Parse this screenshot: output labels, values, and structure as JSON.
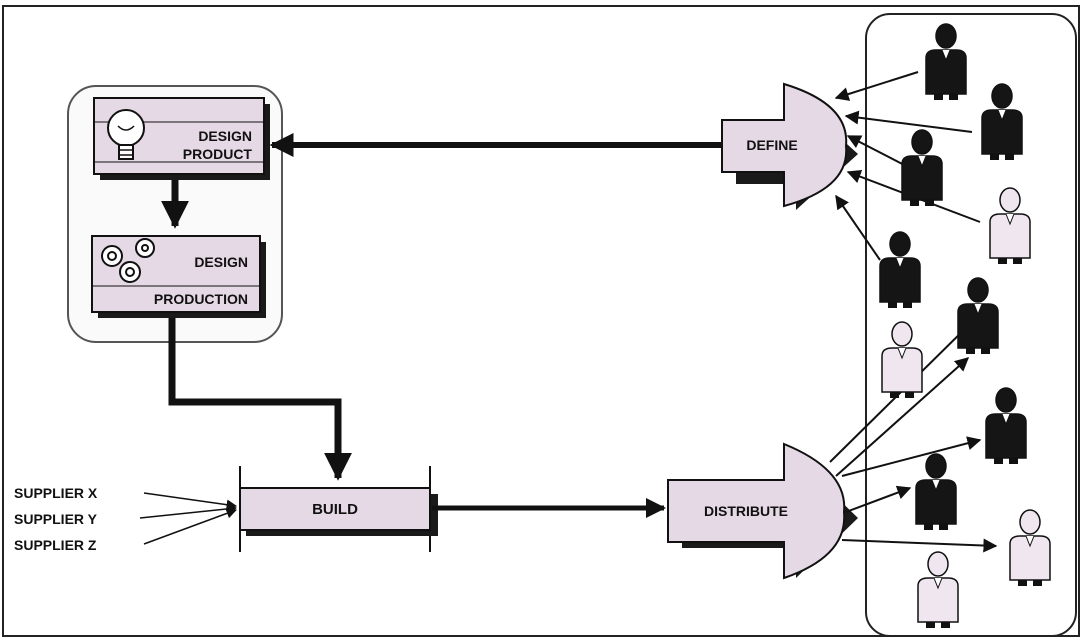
{
  "steps": {
    "design_product": {
      "line1": "DESIGN",
      "line2": "PRODUCT"
    },
    "design_production": {
      "line1": "DESIGN",
      "line2": "PRODUCTION"
    },
    "build": "BUILD",
    "define": "DEFINE",
    "distribute": "DISTRIBUTE"
  },
  "suppliers": [
    "SUPPLIER X",
    "SUPPLIER Y",
    "SUPPLIER Z"
  ],
  "colors": {
    "box_fill": "#e6d9e6",
    "box_shadow": "#1a1a1a",
    "stroke": "#111111",
    "light_figure": "#efe6ef",
    "dark_figure": "#151515"
  },
  "icons": {
    "design_product": "lightbulb-icon",
    "design_production": "gears-icon",
    "customers": "person-icon"
  }
}
